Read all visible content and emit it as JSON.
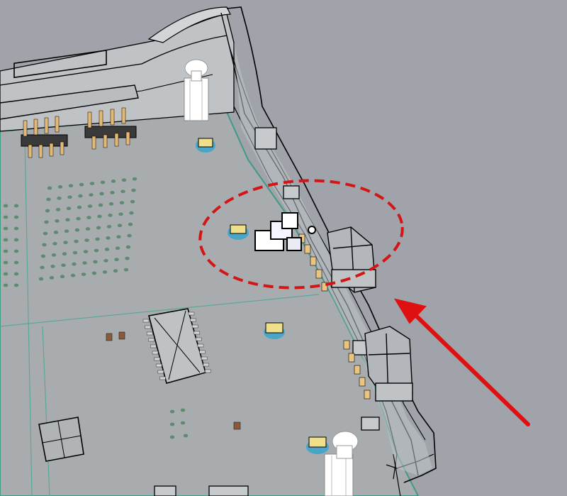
{
  "scene": {
    "description_free": true,
    "background_color": "#a0a4aa",
    "board_color": "#a9adb0",
    "board_edge_color": "#3f9a86",
    "grid_line_color": "#5aa894",
    "pad_color": "#5e8a72",
    "enclosure_fill": "#c4c8cc",
    "wire_color": "#000000",
    "connector_pin_color": "#e8c580",
    "highlight_color": "#e8e8ff"
  },
  "annotations": {
    "ellipse": {
      "color": "#d41515",
      "style": "dashed"
    },
    "arrow": {
      "color": "#e01010"
    }
  },
  "icons": {
    "standoff-icon": "mounting-screw",
    "header-icon": "pin-header",
    "chip-icon": "ic-package",
    "led-icon": "smd-led"
  }
}
